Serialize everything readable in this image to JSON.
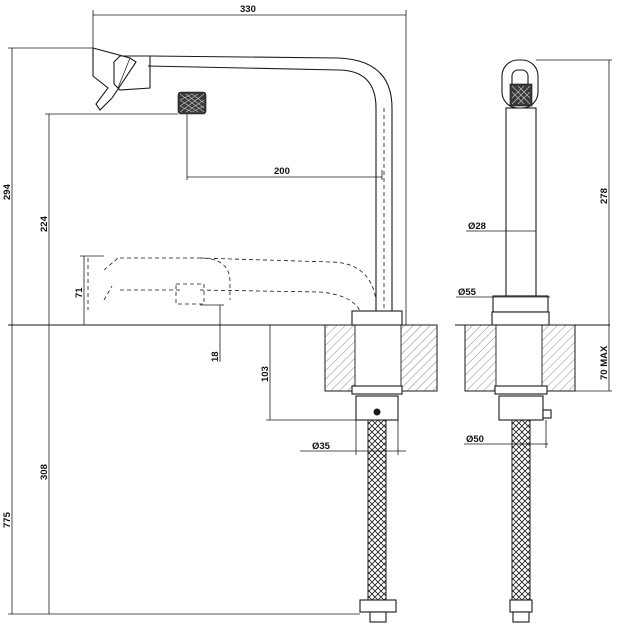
{
  "dimensions": {
    "overall_width": "330",
    "spout_reach": "200",
    "height_above_deck": "294",
    "handle_height": "224",
    "pullout_height": "71",
    "pullout_drop": "18",
    "deck_to_shank": "103",
    "total_height": "775",
    "hose_length": "308",
    "side_height": "278",
    "max_deck_thickness": "70 MAX",
    "dia_body": "Ø28",
    "dia_base": "Ø55",
    "dia_shank": "Ø35",
    "dia_nut": "Ø50"
  },
  "colors": {
    "line": "#1a1a1a",
    "hatch": "#555555",
    "knurl": "#3a3a3a"
  }
}
